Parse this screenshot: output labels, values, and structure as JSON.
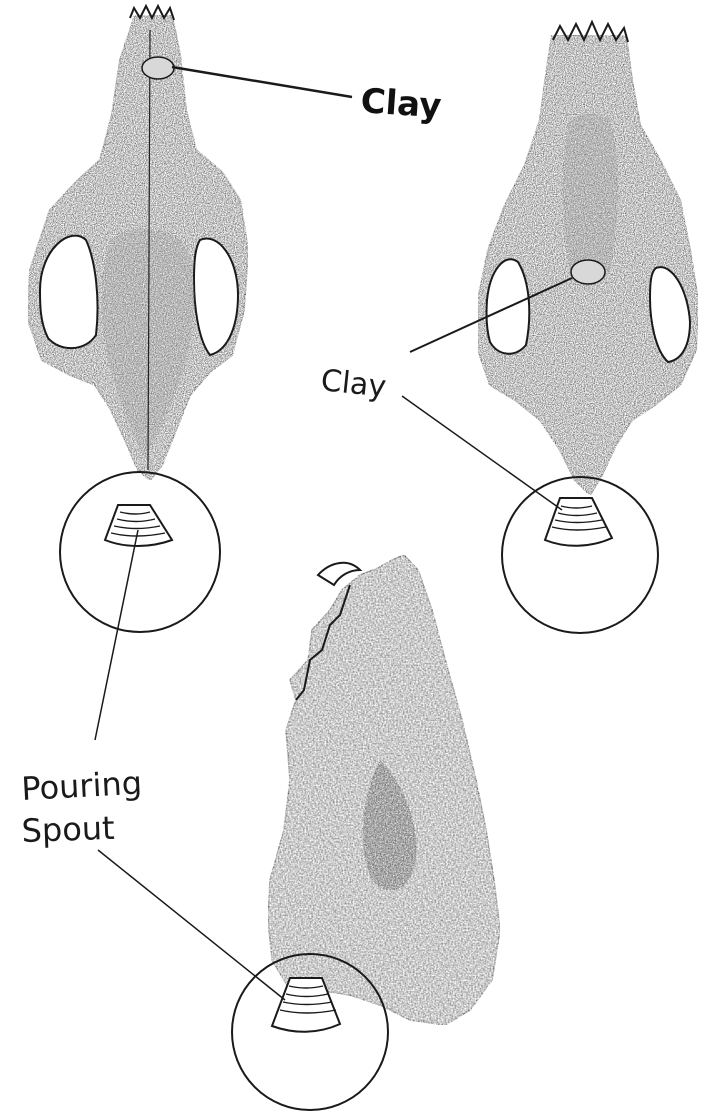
{
  "labels": {
    "clay_top": "Clay",
    "clay_right": "Clay",
    "pouring_line1": "Pouring",
    "pouring_line2": "Spout"
  },
  "colors": {
    "ink": "#1a1a1a",
    "skull_fill": "#3a3a3a",
    "skull_light": "#9a9a9a",
    "jaw_fill": "#6a6a6a",
    "paper": "#ffffff"
  }
}
